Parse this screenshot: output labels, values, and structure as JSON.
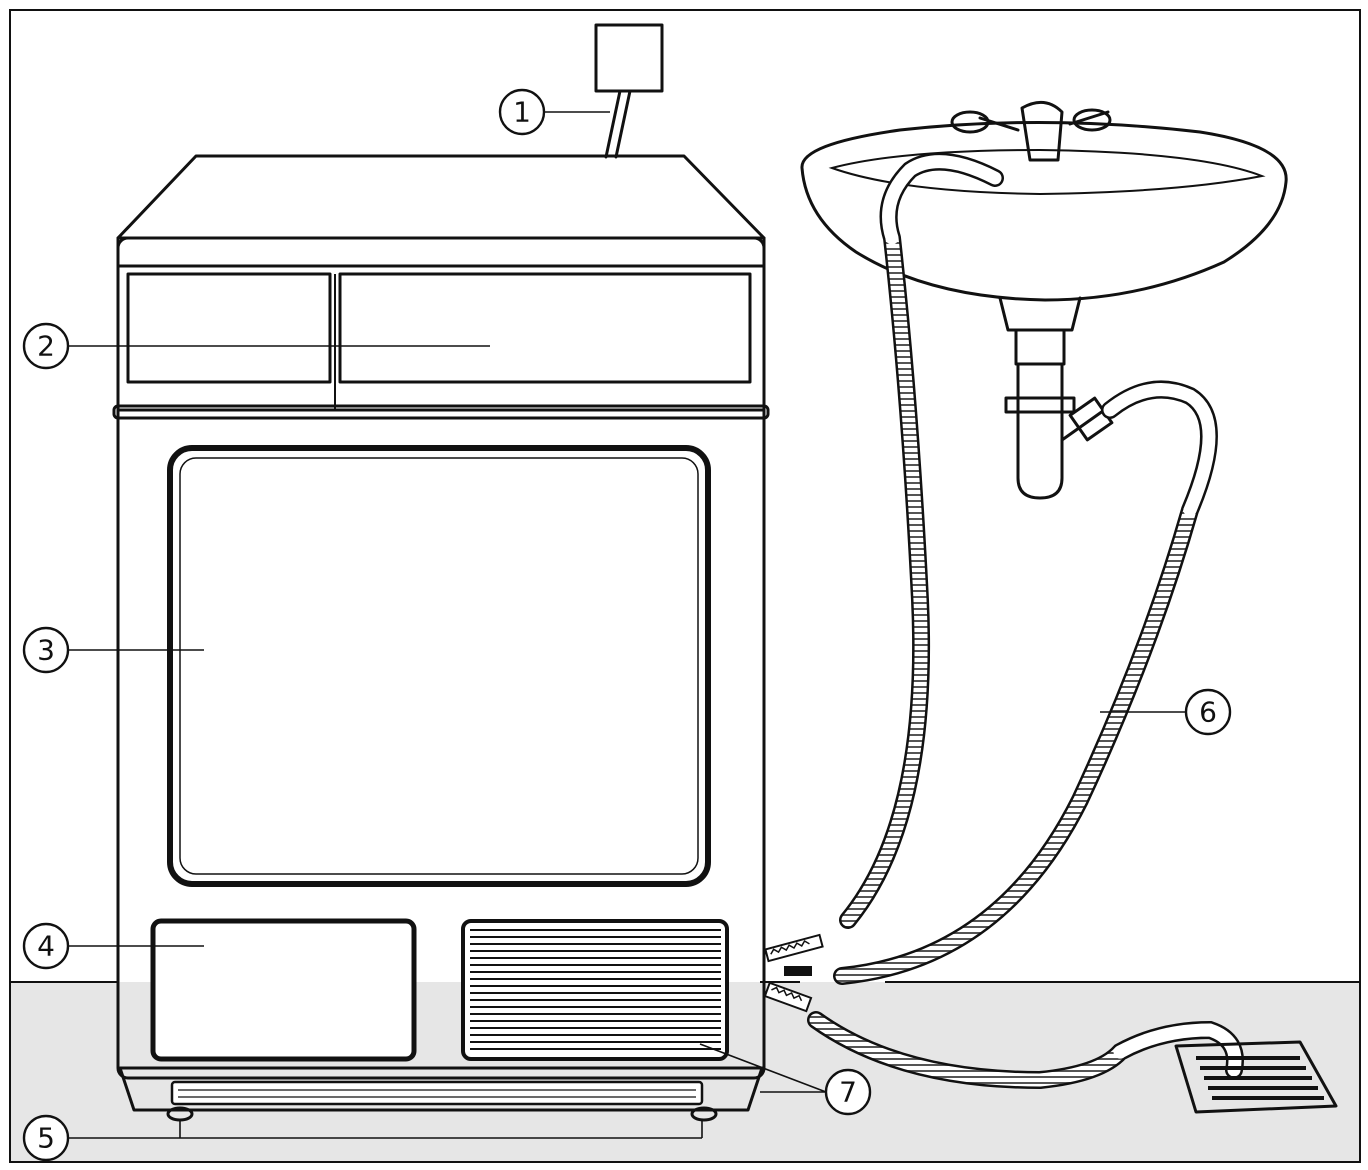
{
  "callouts": [
    {
      "id": "1",
      "label": "1"
    },
    {
      "id": "2",
      "label": "2"
    },
    {
      "id": "3",
      "label": "3"
    },
    {
      "id": "4",
      "label": "4"
    },
    {
      "id": "5",
      "label": "5"
    },
    {
      "id": "6",
      "label": "6"
    },
    {
      "id": "7",
      "label": "7"
    }
  ],
  "colors": {
    "line": "#111111",
    "floor": "#e6e6e6",
    "background": "#ffffff"
  }
}
